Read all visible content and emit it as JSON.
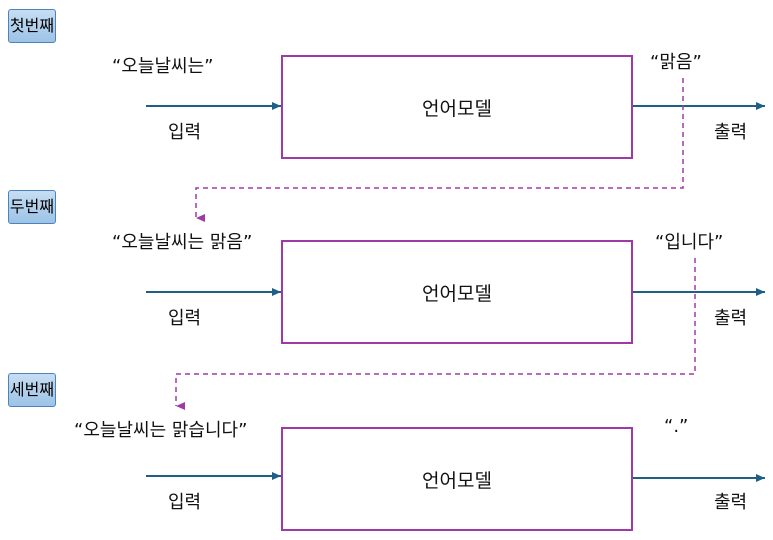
{
  "colors": {
    "arrow": "#1f5f86",
    "box_border": "#9e3aa6",
    "dashed_feedback": "#9e3aa6",
    "badge_fill": "#9cc3e6",
    "badge_border": "#4f81bd"
  },
  "rows": [
    {
      "step_label": "첫번째",
      "input_text": "“오늘날씨는”",
      "input_label": "입력",
      "model_label": "언어모델",
      "output_text": "“맑음”",
      "output_label": "출력"
    },
    {
      "step_label": "두번째",
      "input_text": "“오늘날씨는 맑음”",
      "input_label": "입력",
      "model_label": "언어모델",
      "output_text": "“입니다”",
      "output_label": "출력"
    },
    {
      "step_label": "세번째",
      "input_text": "“오늘날씨는 맑습니다”",
      "input_label": "입력",
      "model_label": "언어모델",
      "output_text": "“.”",
      "output_label": "출력"
    }
  ]
}
